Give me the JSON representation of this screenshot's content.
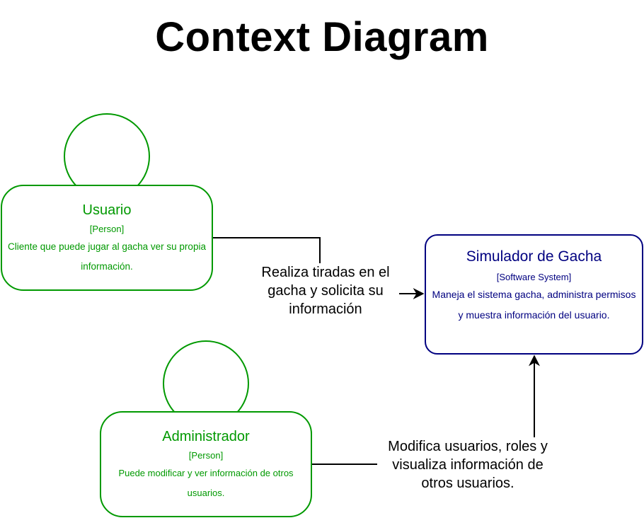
{
  "title": "Context Diagram",
  "colors": {
    "person": "#009900",
    "system": "#000080",
    "edge": "#000000"
  },
  "nodes": {
    "usuario": {
      "name": "Usuario",
      "kind": "[Person]",
      "description": "Cliente que puede jugar al gacha ver su propia información."
    },
    "administrador": {
      "name": "Administrador",
      "kind": "[Person]",
      "description": "Puede modificar y ver información de otros usuarios."
    },
    "simulador": {
      "name": "Simulador de Gacha",
      "kind": "[Software System]",
      "description": "Maneja el sistema gacha, administra permisos y muestra información del usuario."
    }
  },
  "edges": [
    {
      "from": "Usuario",
      "to": "Simulador de Gacha",
      "label": "Realiza tiradas en el gacha y solicita su información"
    },
    {
      "from": "Administrador",
      "to": "Simulador de Gacha",
      "label": "Modifica usuarios, roles y visualiza información de otros usuarios."
    }
  ]
}
